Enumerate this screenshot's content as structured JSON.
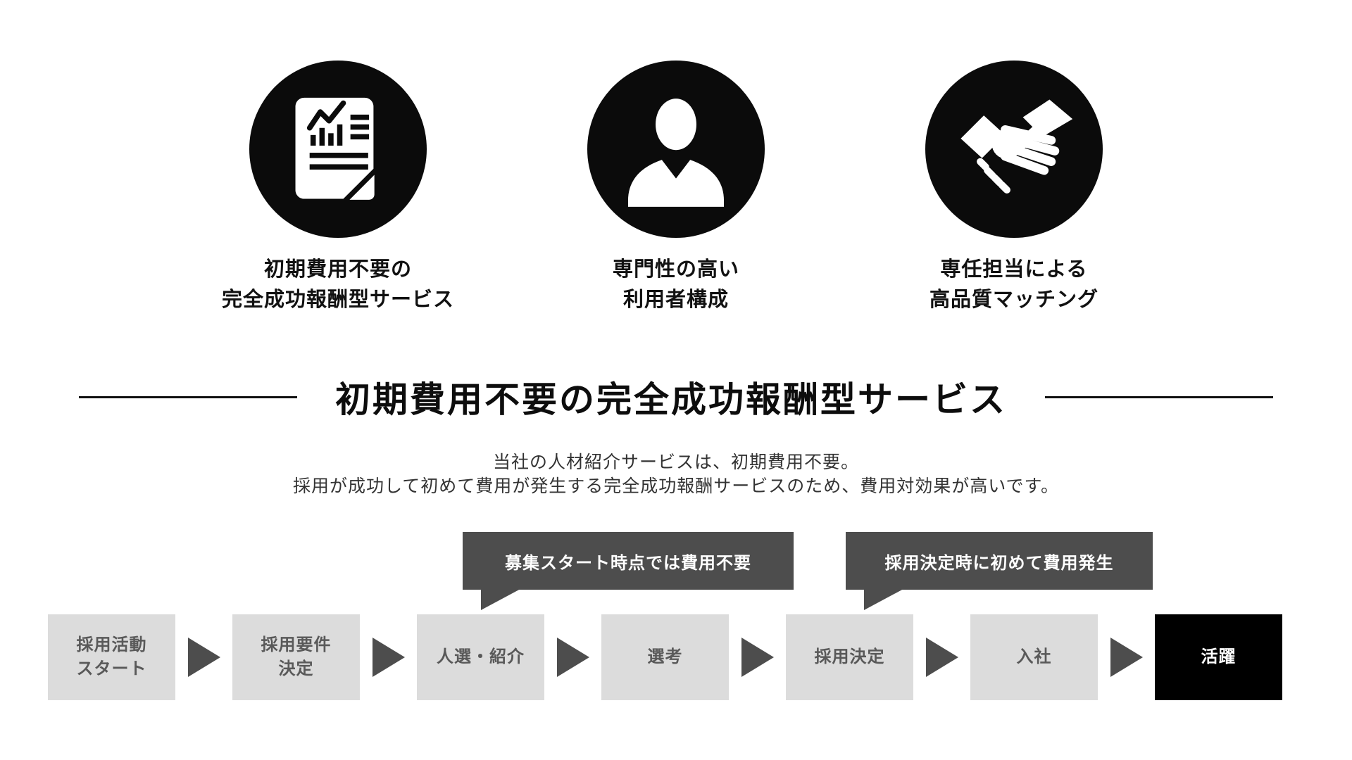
{
  "features": [
    {
      "icon": "document-chart-icon",
      "label_lines": [
        "初期費用不要の",
        "完全成功報酬型サービス"
      ]
    },
    {
      "icon": "person-icon",
      "label_lines": [
        "専門性の高い",
        "利用者構成"
      ]
    },
    {
      "icon": "handshake-icon",
      "label_lines": [
        "専任担当による",
        "高品質マッチング"
      ]
    }
  ],
  "section": {
    "title": "初期費用不要の完全成功報酬型サービス",
    "description_lines": [
      "当社の人材紹介サービスは、初期費用不要。",
      "採用が成功して初めて費用が発生する完全成功報酬サービスのため、費用対効果が高いです。"
    ]
  },
  "callouts": [
    {
      "text": "募集スタート時点では費用不要",
      "points_to": "人選・紹介"
    },
    {
      "text": "採用決定時に初めて費用発生",
      "points_to": "採用決定"
    }
  ],
  "flow": {
    "steps": [
      {
        "lines": [
          "採用活動",
          "スタート"
        ],
        "variant": "gray"
      },
      {
        "lines": [
          "採用要件",
          "決定"
        ],
        "variant": "gray"
      },
      {
        "lines": [
          "人選・紹介"
        ],
        "variant": "gray"
      },
      {
        "lines": [
          "選考"
        ],
        "variant": "gray"
      },
      {
        "lines": [
          "採用決定"
        ],
        "variant": "gray"
      },
      {
        "lines": [
          "入社"
        ],
        "variant": "gray"
      },
      {
        "lines": [
          "活躍"
        ],
        "variant": "black"
      }
    ]
  },
  "colors": {
    "icon_circle": "#0b0b0b",
    "callout_bg": "#4d4d4d",
    "step_bg": "#dcdcdc",
    "step_text": "#595959",
    "final_step_bg": "#000000",
    "arrow": "#4d4d4d"
  }
}
